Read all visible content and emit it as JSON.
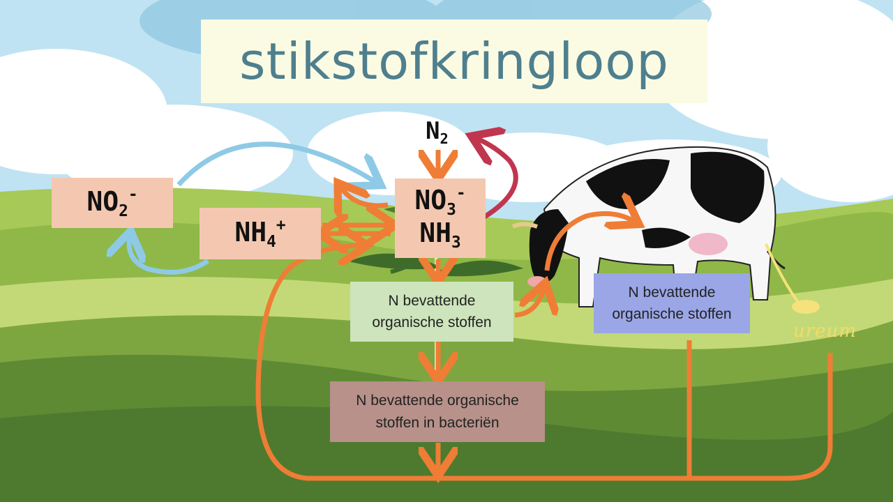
{
  "title": "stikstofkringloop",
  "chem": {
    "no2": {
      "base": "NO",
      "sub": "2",
      "sup": "-"
    },
    "nh4": {
      "base": "NH",
      "sub": "4",
      "sup": "+"
    },
    "no3": {
      "base": "NO",
      "sub": "3",
      "sup": "-"
    },
    "nh3": {
      "base": "NH",
      "sub": "3"
    },
    "n2": {
      "base": "N",
      "sub": "2"
    }
  },
  "boxes": {
    "plant": "N bevattende organische stoffen",
    "cow": "N bevattende organische stoffen",
    "bacteria": "N bevattende organische stoffen in bacteriën"
  },
  "ureum": "ureum",
  "colors": {
    "title_bg": "#fbfbe3",
    "title_text": "#4e7f8e",
    "ion_box": "#f4c8b0",
    "plant_box": "#cde4bc",
    "cow_box": "#9aa6e6",
    "bacteria_box": "#b7918a",
    "arrow_orange": "#ef7d35",
    "arrow_blue": "#8ecae6",
    "arrow_red": "#c0364e"
  },
  "icons": [
    "cloud-icon",
    "grass-plant-icon",
    "cow-icon",
    "urine-stream-icon"
  ]
}
